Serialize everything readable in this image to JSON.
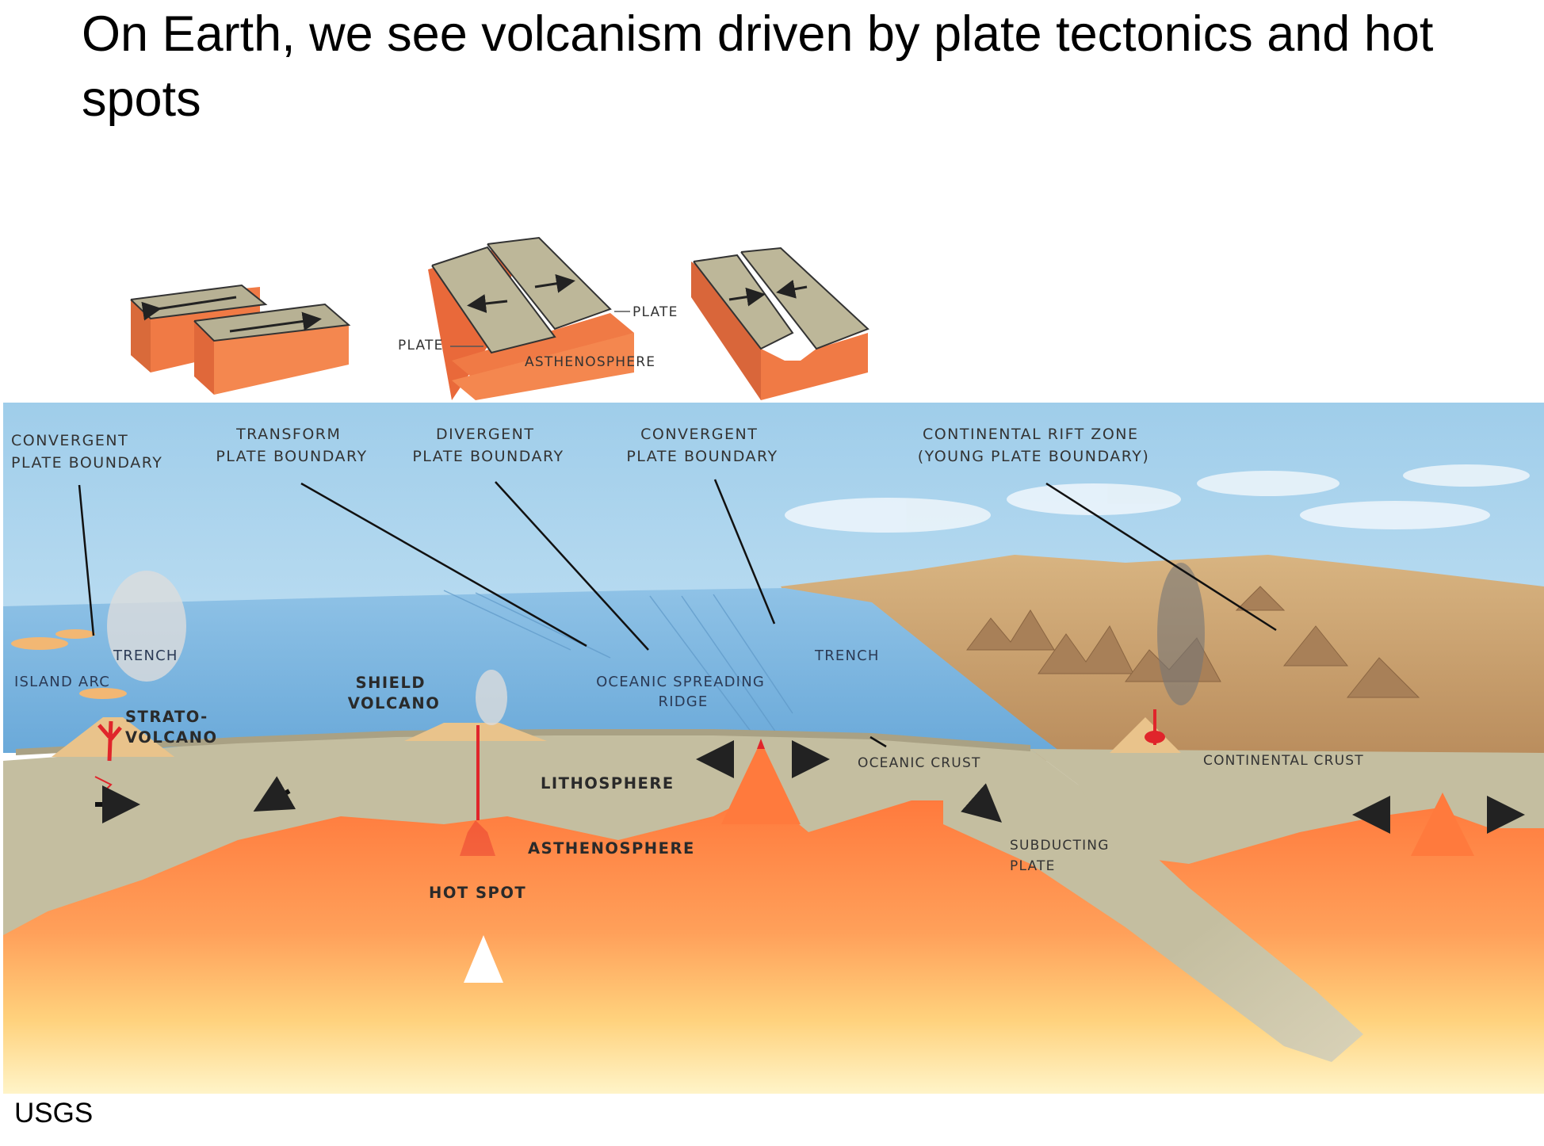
{
  "title": "On Earth, we see volcanism driven by plate tectonics and hot spots",
  "credit": "USGS",
  "diagram": {
    "top_blocks": {
      "plate_left": "PLATE",
      "plate_right": "PLATE",
      "asthenosphere": "ASTHENOSPHERE"
    },
    "boundaries": {
      "convergent_left": [
        "CONVERGENT",
        "PLATE BOUNDARY"
      ],
      "transform": [
        "TRANSFORM",
        "PLATE BOUNDARY"
      ],
      "divergent": [
        "DIVERGENT",
        "PLATE BOUNDARY"
      ],
      "convergent_mid": [
        "CONVERGENT",
        "PLATE BOUNDARY"
      ],
      "rift": [
        "CONTINENTAL RIFT ZONE",
        "(YOUNG PLATE BOUNDARY)"
      ]
    },
    "features": {
      "trench_left": "TRENCH",
      "island_arc": "ISLAND ARC",
      "stratovolcano": [
        "STRATO-",
        "VOLCANO"
      ],
      "shield_volcano": [
        "SHIELD",
        "VOLCANO"
      ],
      "spreading_ridge": [
        "OCEANIC SPREADING",
        "RIDGE"
      ],
      "trench_right": "TRENCH",
      "oceanic_crust": "OCEANIC CRUST",
      "continental_crust": "CONTINENTAL CRUST",
      "lithosphere": "LITHOSPHERE",
      "asthenosphere": "ASTHENOSPHERE",
      "hot_spot": "HOT SPOT",
      "subducting_plate": [
        "SUBDUCTING",
        "PLATE"
      ]
    },
    "colors": {
      "sky": "#a9d3ec",
      "ocean": "#7fb8e2",
      "lithosphere": "#c4bea0",
      "asthenosphere": "#ff8a4a",
      "mantle_light": "#ffe9a8",
      "magma": "#e0252b",
      "land": "#c9a070"
    }
  }
}
